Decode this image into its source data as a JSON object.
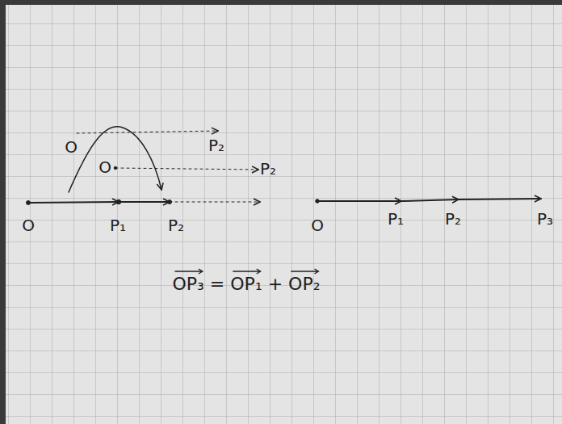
{
  "diagram": {
    "labels": [
      "O",
      "P₂",
      "O",
      "P₂",
      "O",
      "P₁",
      "P₂",
      "O",
      "P₁",
      "P₂",
      "P₃",
      "OP₃ = OP₁ + OP₂"
    ]
  }
}
